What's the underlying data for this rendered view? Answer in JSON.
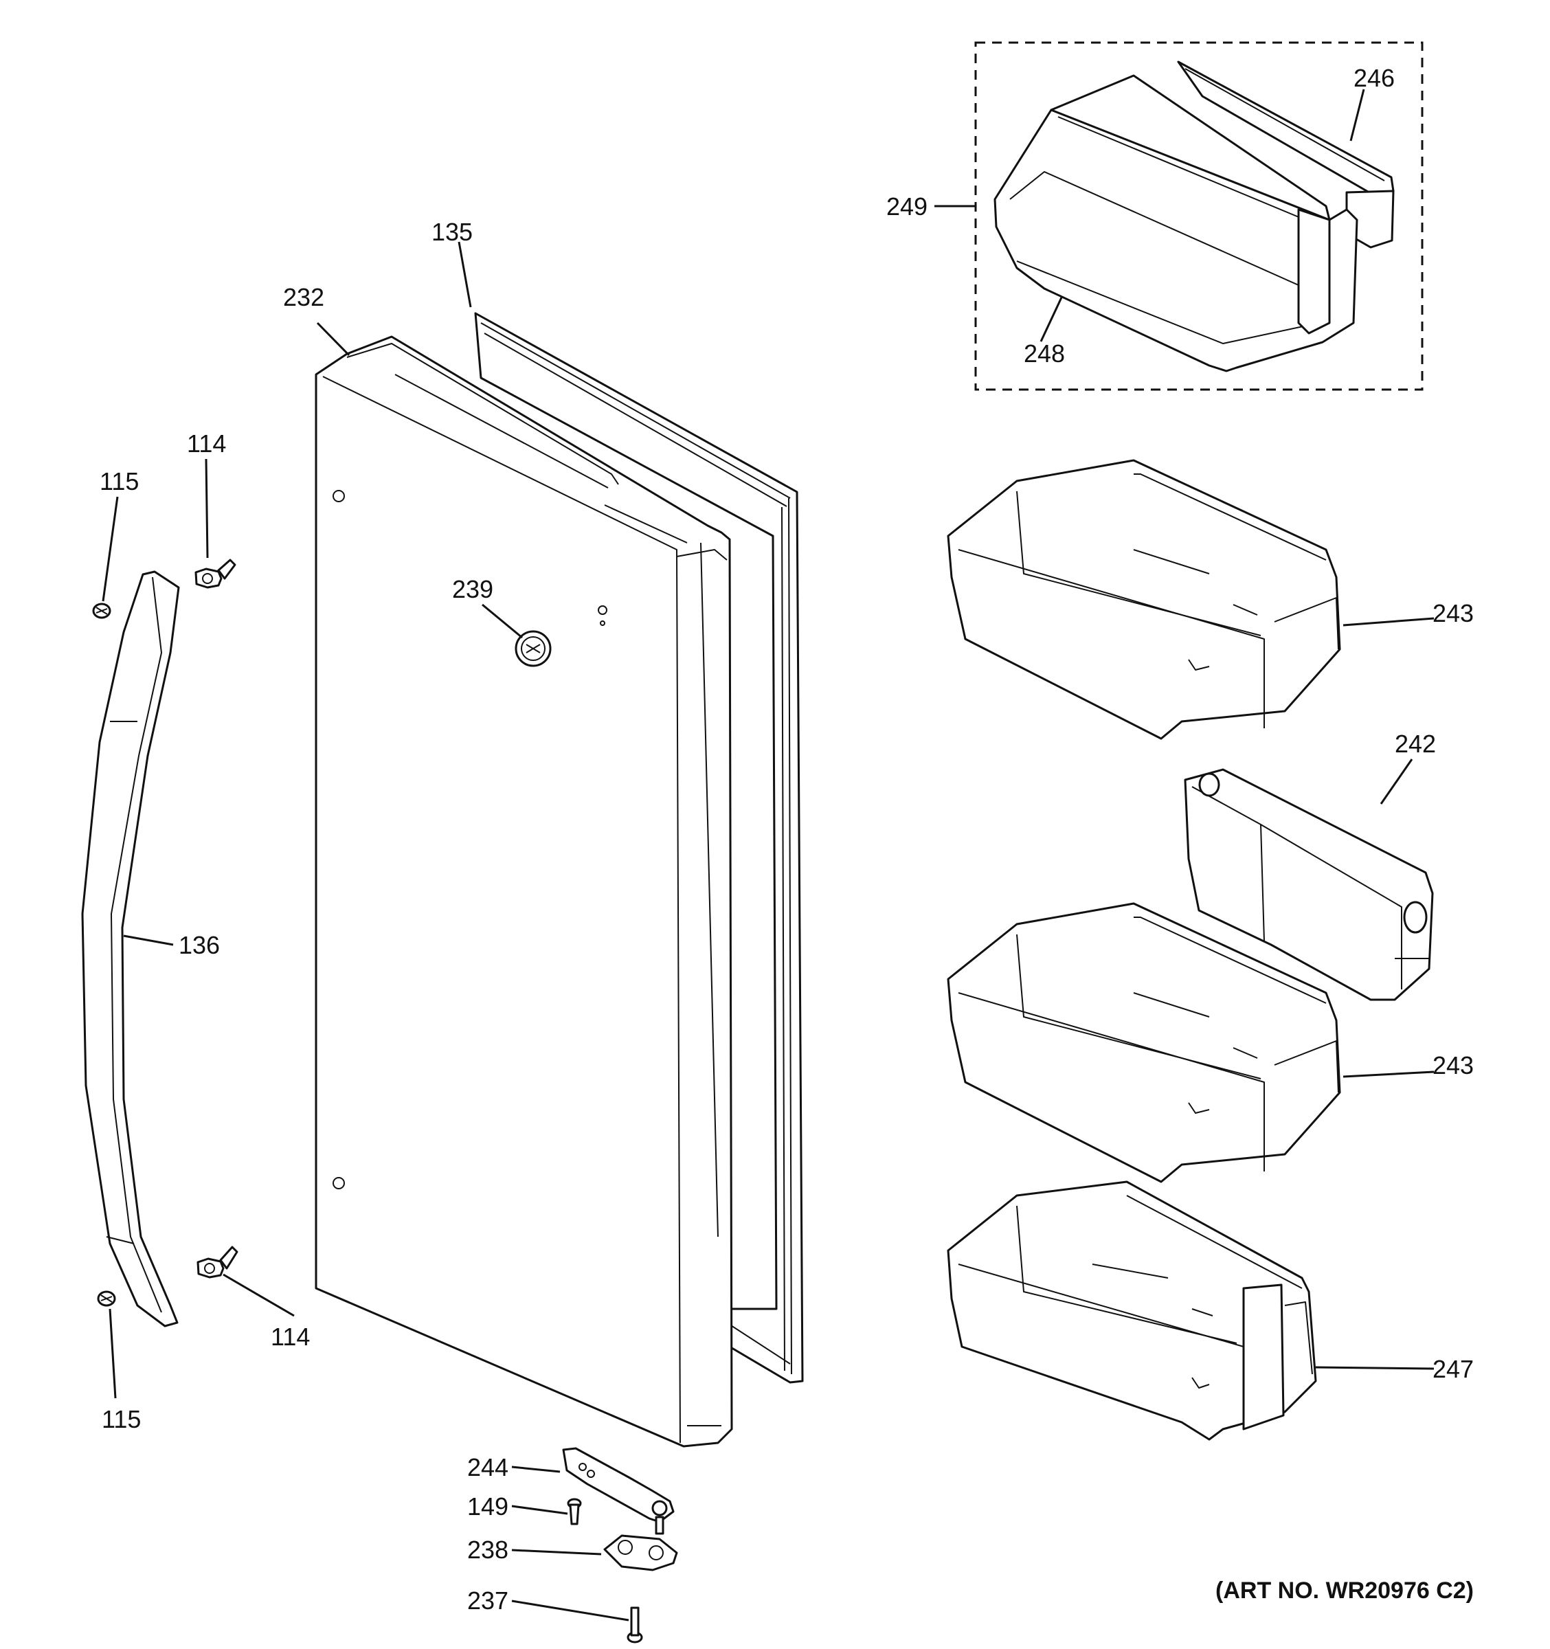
{
  "callouts": {
    "c246": "246",
    "c249": "249",
    "c248": "248",
    "c135": "135",
    "c232": "232",
    "c114_top": "114",
    "c115_top": "115",
    "c239": "239",
    "c243_top": "243",
    "c242": "242",
    "c136": "136",
    "c243_bottom": "243",
    "c114_bottom": "114",
    "c247": "247",
    "c115_bottom": "115",
    "c244": "244",
    "c149": "149",
    "c238": "238",
    "c237": "237"
  },
  "art_number": "(ART NO. WR20976 C2)"
}
